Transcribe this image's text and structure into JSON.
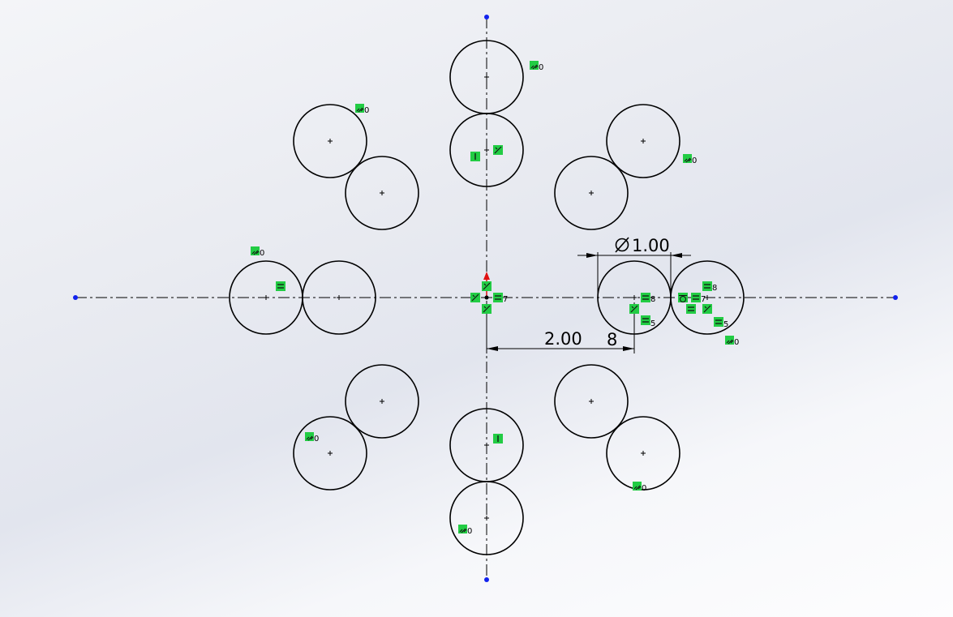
{
  "sketch": {
    "dimension_linear": "2.00",
    "dimension_linear_suffix": "8",
    "dimension_diameter": "1.00",
    "relation_origin_suffix": "7",
    "relation_a_suffix": "8",
    "relation_b_suffix": "5",
    "relation_c_suffix": "8",
    "relation_d_suffix": "7",
    "relation_e_suffix": "5",
    "fix_suffix": "0"
  },
  "colors": {
    "geometry": "#000000",
    "relation_badge": "#22cc44",
    "endpoint": "#1122ee",
    "origin_arrow": "#e01010"
  }
}
